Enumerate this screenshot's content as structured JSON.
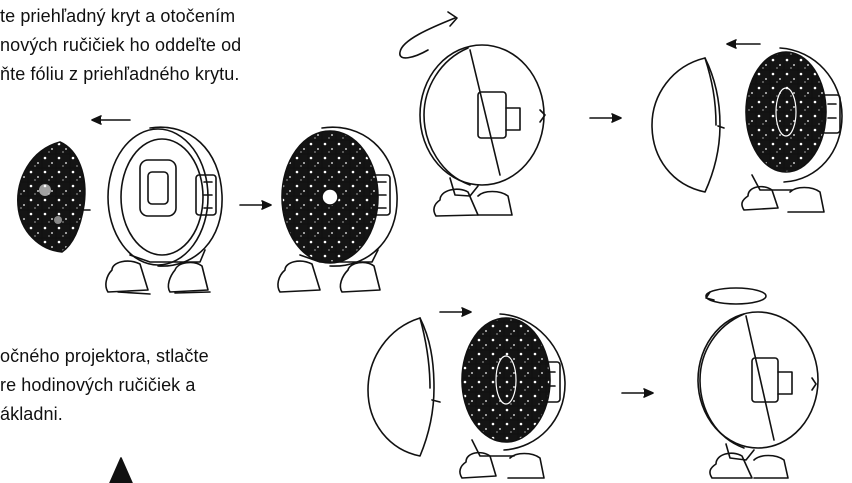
{
  "instructions": {
    "top": [
      "te priehľadný kryt a otočením",
      "nových ručičiek ho oddeľte od",
      "ňte fóliu z priehľadného krytu."
    ],
    "bottom": [
      "očného projektora, stlačte",
      "re hodinových ručičiek a",
      "ákladni."
    ]
  },
  "colors": {
    "ink": "#111111",
    "panel": "#141414",
    "paper": "#ffffff"
  }
}
